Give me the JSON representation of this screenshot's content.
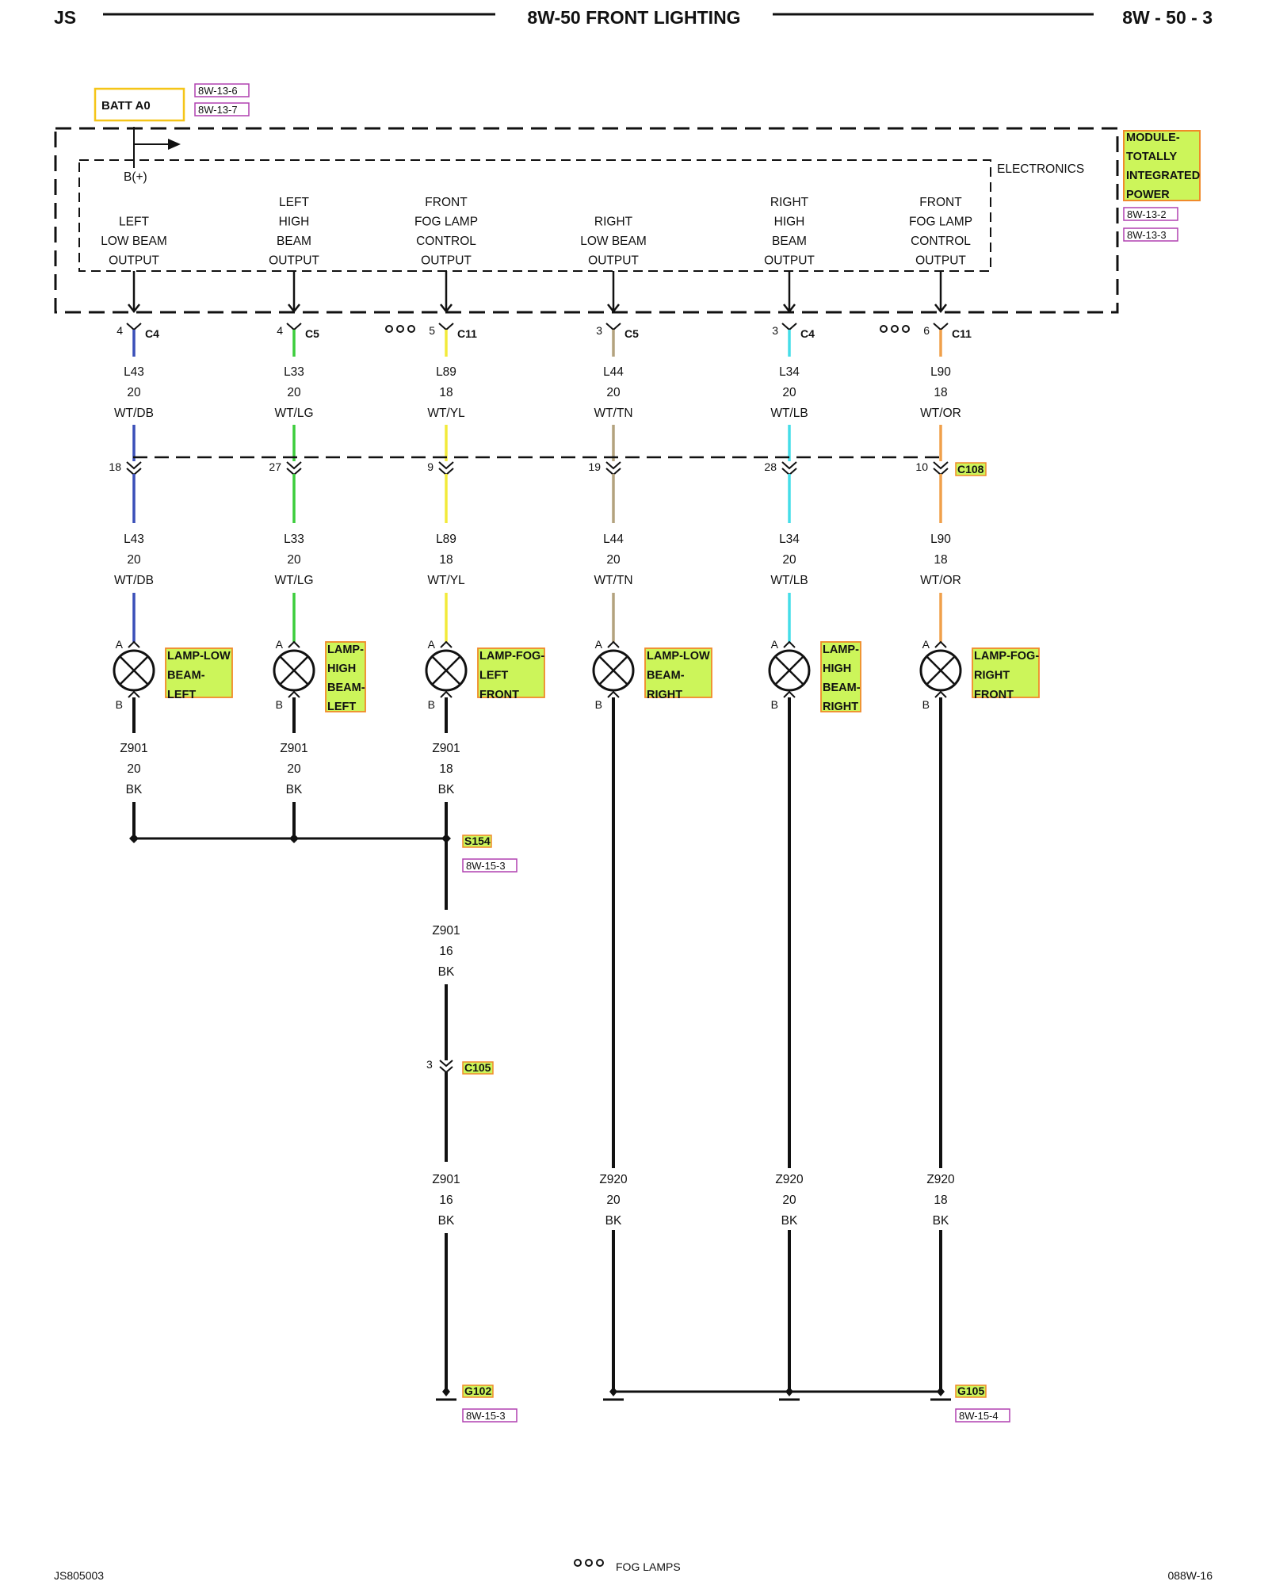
{
  "header": {
    "left": "JS",
    "title": "8W-50 FRONT LIGHTING",
    "right": "8W - 50 - 3"
  },
  "batt": {
    "label": "BATT A0",
    "refs": [
      "8W-13-6",
      "8W-13-7"
    ]
  },
  "module": {
    "name": [
      "MODULE-",
      "TOTALLY",
      "INTEGRATED",
      "POWER"
    ],
    "refs": [
      "8W-13-2",
      "8W-13-3"
    ],
    "inner_label": "ELECTRONICS",
    "bplus": "B(+)"
  },
  "circuits": [
    {
      "output": [
        "",
        "LEFT",
        "LOW BEAM",
        "OUTPUT"
      ],
      "pin": "4",
      "connector": "C4",
      "fog": false,
      "wire_top": [
        "L43",
        "20",
        "WT/DB"
      ],
      "c108_pin": "18",
      "wire_mid": [
        "L43",
        "20",
        "WT/DB"
      ],
      "lamp": [
        "LAMP-LOW",
        "BEAM-",
        "LEFT"
      ],
      "ground": [
        "Z901",
        "20",
        "BK"
      ],
      "color": "#3a4fb8"
    },
    {
      "output": [
        "LEFT",
        "HIGH",
        "BEAM",
        "OUTPUT"
      ],
      "pin": "4",
      "connector": "C5",
      "fog": false,
      "wire_top": [
        "L33",
        "20",
        "WT/LG"
      ],
      "c108_pin": "27",
      "wire_mid": [
        "L33",
        "20",
        "WT/LG"
      ],
      "lamp": [
        "LAMP-",
        "HIGH",
        "BEAM-",
        "LEFT"
      ],
      "ground": [
        "Z901",
        "20",
        "BK"
      ],
      "color": "#3ccd3c"
    },
    {
      "output": [
        "FRONT",
        "FOG LAMP",
        "CONTROL",
        "OUTPUT"
      ],
      "pin": "5",
      "connector": "C11",
      "fog": true,
      "wire_top": [
        "L89",
        "18",
        "WT/YL"
      ],
      "c108_pin": "9",
      "wire_mid": [
        "L89",
        "18",
        "WT/YL"
      ],
      "lamp": [
        "LAMP-FOG-",
        "LEFT",
        "FRONT"
      ],
      "ground": [
        "Z901",
        "18",
        "BK"
      ],
      "color": "#f2ea3a"
    },
    {
      "output": [
        "",
        "RIGHT",
        "LOW BEAM",
        "OUTPUT"
      ],
      "pin": "3",
      "connector": "C5",
      "fog": false,
      "wire_top": [
        "L44",
        "20",
        "WT/TN"
      ],
      "c108_pin": "19",
      "wire_mid": [
        "L44",
        "20",
        "WT/TN"
      ],
      "lamp": [
        "LAMP-LOW",
        "BEAM-",
        "RIGHT"
      ],
      "ground": [
        "Z920",
        "20",
        "BK"
      ],
      "color": "#b3a27e"
    },
    {
      "output": [
        "RIGHT",
        "HIGH",
        "BEAM",
        "OUTPUT"
      ],
      "pin": "3",
      "connector": "C4",
      "fog": false,
      "wire_top": [
        "L34",
        "20",
        "WT/LB"
      ],
      "c108_pin": "28",
      "wire_mid": [
        "L34",
        "20",
        "WT/LB"
      ],
      "lamp": [
        "LAMP-",
        "HIGH",
        "BEAM-",
        "RIGHT"
      ],
      "ground": [
        "Z920",
        "20",
        "BK"
      ],
      "color": "#45dde8"
    },
    {
      "output": [
        "FRONT",
        "FOG LAMP",
        "CONTROL",
        "OUTPUT"
      ],
      "pin": "6",
      "connector": "C11",
      "fog": true,
      "wire_top": [
        "L90",
        "18",
        "WT/OR"
      ],
      "c108_pin": "10",
      "wire_mid": [
        "L90",
        "18",
        "WT/OR"
      ],
      "lamp": [
        "LAMP-FOG-",
        "RIGHT",
        "FRONT"
      ],
      "ground": [
        "Z920",
        "18",
        "BK"
      ],
      "color": "#f0a04a"
    }
  ],
  "c108": {
    "label": "C108"
  },
  "lamp_pins": {
    "a": "A",
    "b": "B"
  },
  "splice": {
    "label": "S154",
    "ref": "8W-15-3"
  },
  "splice_out": [
    "Z901",
    "16",
    "BK"
  ],
  "c105": {
    "label": "C105",
    "pin": "3"
  },
  "ground_wires": [
    [
      "Z901",
      "16",
      "BK"
    ],
    [
      "Z920",
      "20",
      "BK"
    ],
    [
      "Z920",
      "20",
      "BK"
    ],
    [
      "Z920",
      "18",
      "BK"
    ]
  ],
  "g102": {
    "label": "G102",
    "ref": "8W-15-3"
  },
  "g105": {
    "label": "G105",
    "ref": "8W-15-4"
  },
  "footer": {
    "left": "JS805003",
    "legend": "FOG LAMPS",
    "right": "088W-16"
  },
  "colors": {
    "highlight": "#ccf55a",
    "highlight_border": "#f08a2a",
    "batt_border": "#f5c518",
    "ref_border": "#b040b0"
  }
}
